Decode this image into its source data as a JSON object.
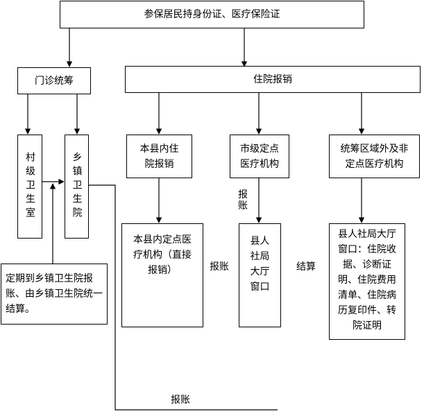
{
  "nodes": {
    "top": "参保居民持身份证、医疗保险证",
    "outpatient": "门诊统筹",
    "inpatient": "住院报销",
    "village": "村级卫生室",
    "township": "乡镇卫生院",
    "note": "定期到乡镇卫生院报账、由乡镇卫生院统一结算。",
    "county_in": "本县内住院报销",
    "city": "市级定点医疗机构",
    "outside": "统筹区域外及非定点医疗机构",
    "county_inst": "本县内定点医疗机构（直接报销）",
    "bureau": "县人社局大厅窗口",
    "bureau_docs": "县人社局大厅窗口：住院收据、诊断证明、住院费用清单、住院病历复印件、转院证明"
  },
  "labels": {
    "reimburse_vertical": "报账",
    "reimburse_mid": "报账",
    "settle": "结算",
    "reimburse_bottom": "报账"
  }
}
